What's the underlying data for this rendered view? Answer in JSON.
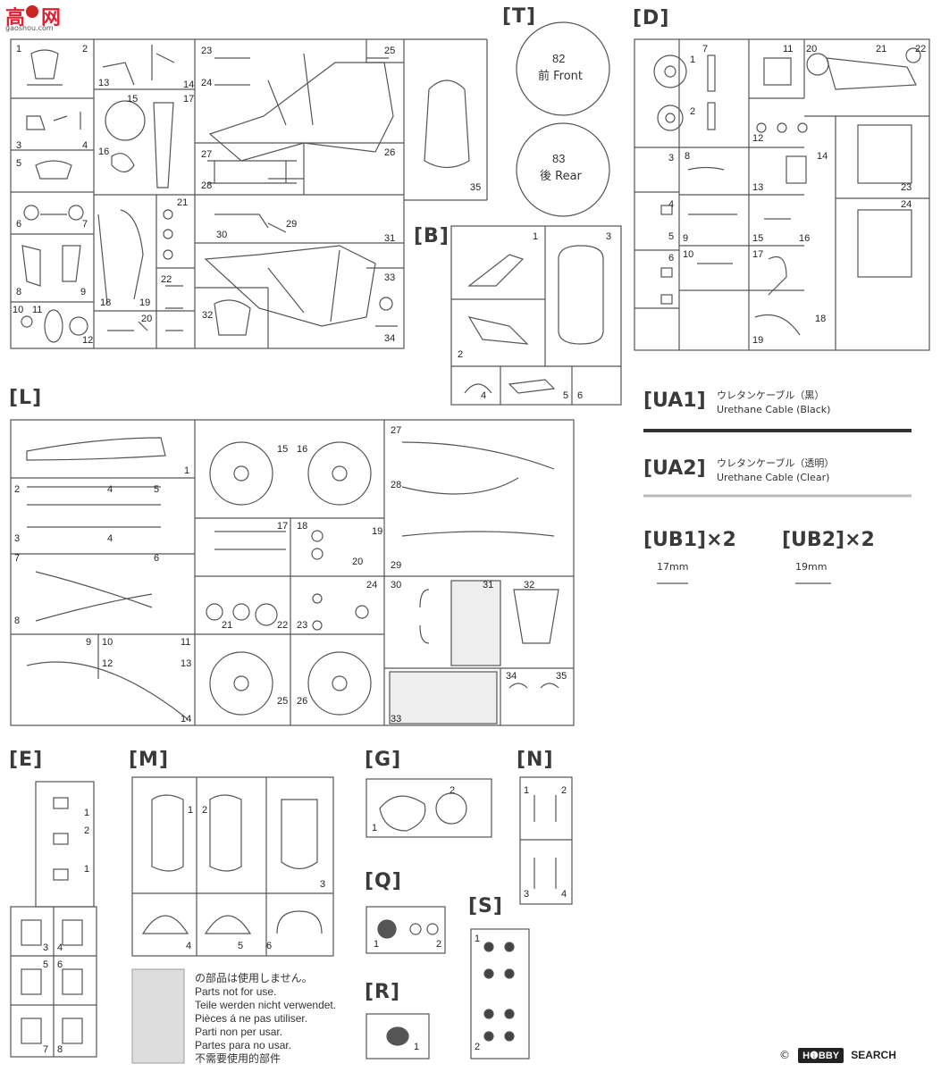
{
  "watermark_top": {
    "line1": "高",
    "line2": "网",
    "sub": "gaoshou.com"
  },
  "sprues": {
    "T": {
      "label": "[T]",
      "front": {
        "num": "82",
        "text": "前 Front"
      },
      "rear": {
        "num": "83",
        "text": "後 Rear"
      }
    },
    "D": {
      "label": "[D]"
    },
    "B": {
      "label": "[B]"
    },
    "L": {
      "label": "[L]"
    },
    "E": {
      "label": "[E]"
    },
    "M": {
      "label": "[M]"
    },
    "G": {
      "label": "[G]"
    },
    "N": {
      "label": "[N]"
    },
    "Q": {
      "label": "[Q]"
    },
    "R": {
      "label": "[R]"
    },
    "S": {
      "label": "[S]"
    }
  },
  "cables": {
    "ua1": {
      "code": "[UA1]",
      "jp": "ウレタンケーブル（黒）",
      "en": "Urethane Cable (Black)"
    },
    "ua2": {
      "code": "[UA2]",
      "jp": "ウレタンケーブル（透明）",
      "en": "Urethane Cable (Clear)"
    },
    "ub1": {
      "code": "[UB1]",
      "mult": "×2",
      "size": "17mm"
    },
    "ub2": {
      "code": "[UB2]",
      "mult": "×2",
      "size": "19mm"
    }
  },
  "legend": {
    "lines": [
      "の部品は使用しません。",
      "Parts not for use.",
      "Teile werden nicht verwendet.",
      "Pièces á ne pas utiliser.",
      "Parti non per usar.",
      "Partes para no usar.",
      "不需要使用的部件"
    ]
  },
  "footer_brand": {
    "logo_text": "H❶BBY",
    "search": "SEARCH",
    "copyright": "©"
  },
  "part_numbers": {
    "main": [
      "1",
      "2",
      "13",
      "14",
      "15",
      "17",
      "3",
      "4",
      "16",
      "5",
      "6",
      "7",
      "8",
      "9",
      "10",
      "11",
      "12",
      "18",
      "19",
      "20",
      "21",
      "22",
      "23",
      "24",
      "25",
      "26",
      "27",
      "28",
      "29",
      "30",
      "31",
      "32",
      "33",
      "34",
      "35"
    ],
    "D": [
      "1",
      "7",
      "11",
      "20",
      "21",
      "22",
      "2",
      "3",
      "8",
      "12",
      "14",
      "13",
      "23",
      "4",
      "5",
      "9",
      "15",
      "16",
      "24",
      "6",
      "10",
      "17",
      "18",
      "19"
    ],
    "B": [
      "1",
      "3",
      "2",
      "4",
      "5",
      "6"
    ],
    "L": [
      "1",
      "2",
      "4",
      "5",
      "3",
      "4",
      "6",
      "7",
      "8",
      "9",
      "10",
      "11",
      "12",
      "13",
      "14",
      "15",
      "16",
      "17",
      "18",
      "19",
      "20",
      "21",
      "22",
      "23",
      "24",
      "25",
      "26",
      "27",
      "28",
      "29",
      "30",
      "31",
      "32",
      "33",
      "34",
      "35"
    ],
    "E": [
      "1",
      "2",
      "1",
      "3",
      "4",
      "5",
      "6",
      "7",
      "8"
    ],
    "M": [
      "1",
      "2",
      "3",
      "4",
      "5",
      "6"
    ],
    "G": [
      "1",
      "2"
    ],
    "N": [
      "1",
      "2",
      "3",
      "4"
    ],
    "Q": [
      "1",
      "2"
    ],
    "R": [
      "1"
    ],
    "S": [
      "1",
      "2"
    ]
  }
}
